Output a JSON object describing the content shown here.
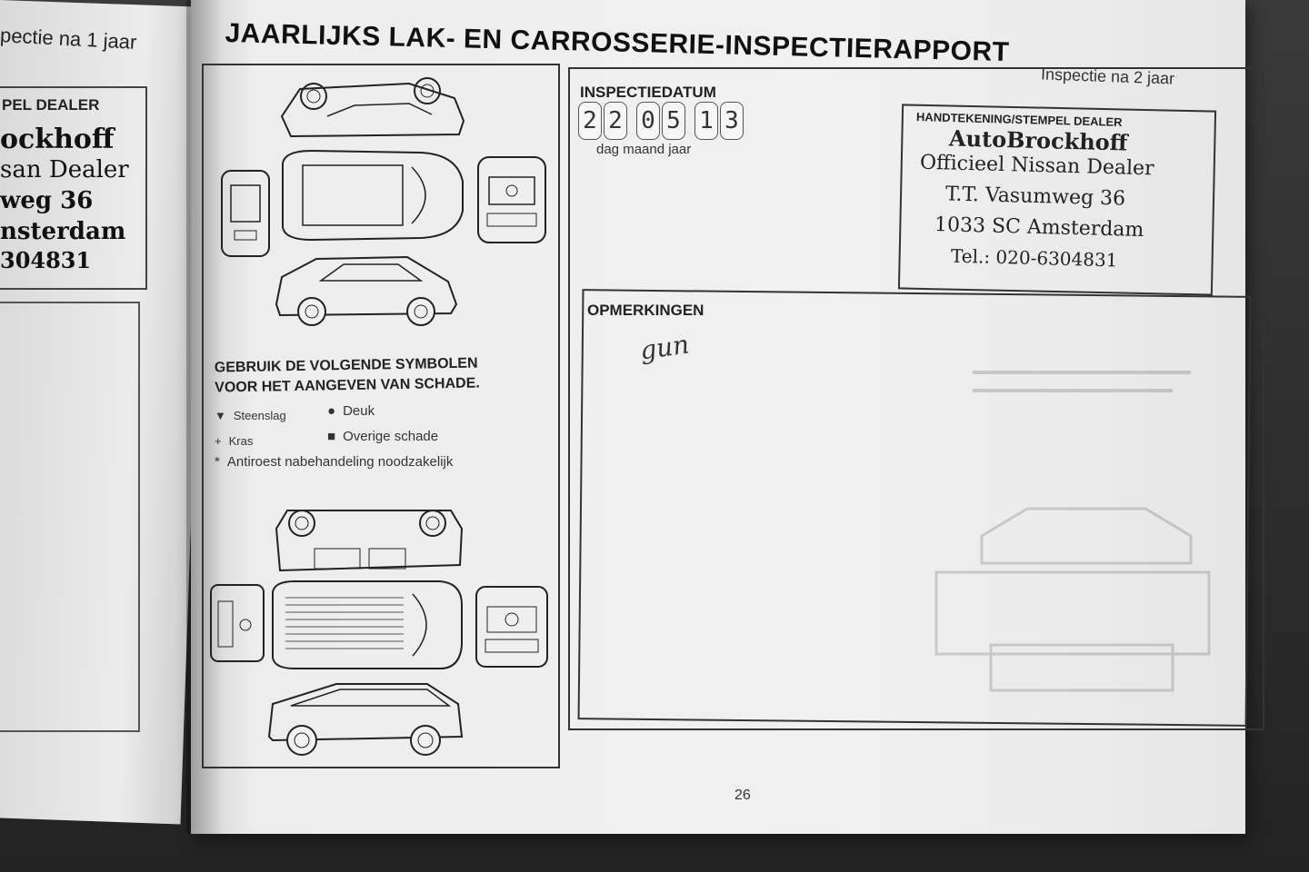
{
  "left_page": {
    "header": "pectie na 1 jaar",
    "stamp_label": "PEL DEALER",
    "stamp_lines": [
      "ockhoff",
      "san Dealer",
      "weg 36",
      "nsterdam",
      "304831"
    ]
  },
  "right_page": {
    "title": "JAARLIJKS LAK- EN CARROSSERIE-INSPECTIERAPPORT",
    "inspection_label": "Inspectie na 2 jaar",
    "date": {
      "label": "INSPECTIEDATUM",
      "digits": [
        "2",
        "2",
        "0",
        "5",
        "1",
        "3"
      ],
      "sub_label": "dag maand jaar"
    },
    "signature": {
      "label": "HANDTEKENING/STEMPEL DEALER",
      "stamp_lines": [
        "AutoBrockhoff",
        "Officieel Nissan Dealer",
        "T.T. Vasumweg 36",
        "1033 SC  Amsterdam",
        "Tel.: 020-6304831"
      ]
    },
    "remarks": {
      "label": "OPMERKINGEN",
      "handwritten": "gun"
    },
    "legend": {
      "title_line1": "GEBRUIK DE VOLGENDE SYMBOLEN",
      "title_line2": "VOOR HET AANGEVEN VAN SCHADE.",
      "items": [
        {
          "symbol": "▼",
          "label": "Steenslag"
        },
        {
          "symbol": "●",
          "label": "Deuk"
        },
        {
          "symbol": "+",
          "label": "Kras"
        },
        {
          "symbol": "■",
          "label": "Overige schade"
        },
        {
          "symbol": "*",
          "label": "Antiroest nabehandeling noodzakelijk"
        }
      ]
    },
    "page_number": "26"
  }
}
